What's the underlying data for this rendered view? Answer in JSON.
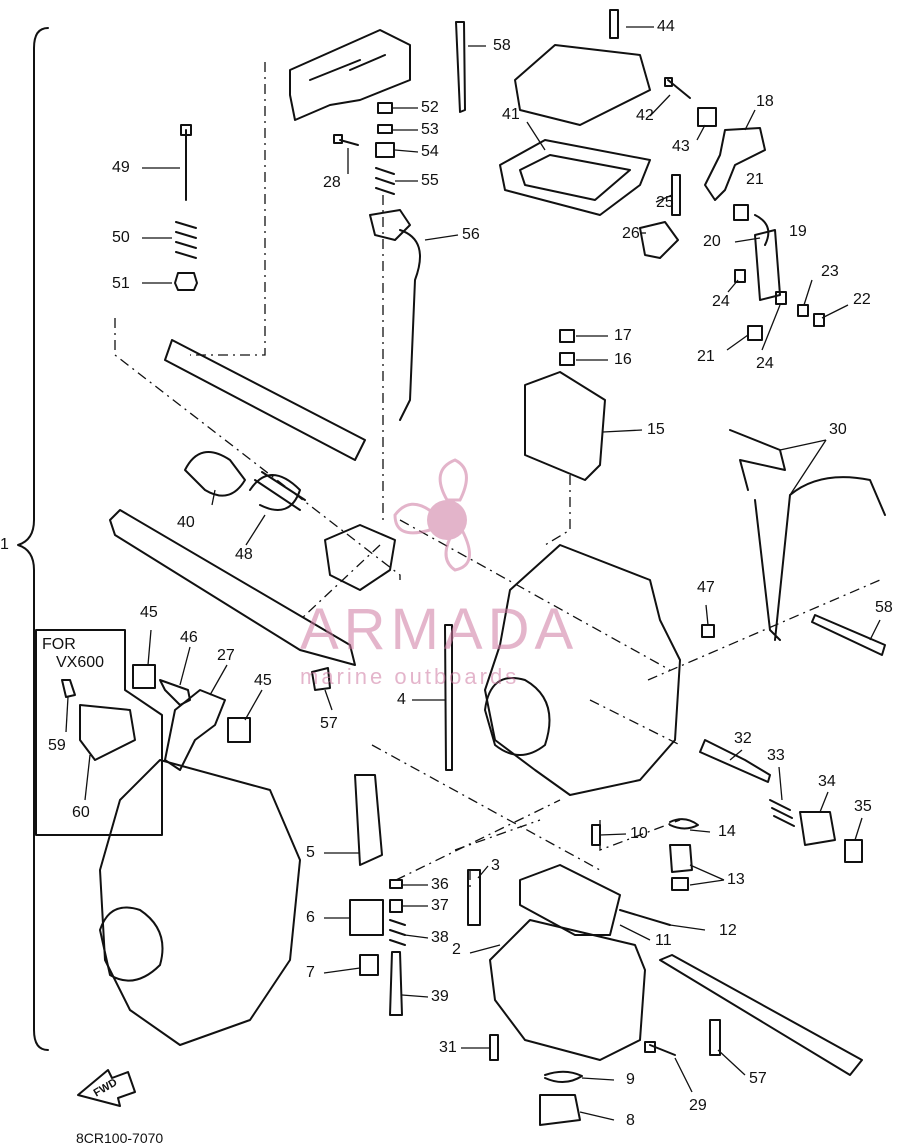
{
  "assembly_label": "1",
  "callouts": [
    {
      "id": "c2",
      "text": "2"
    },
    {
      "id": "c3",
      "text": "3"
    },
    {
      "id": "c4",
      "text": "4"
    },
    {
      "id": "c5",
      "text": "5"
    },
    {
      "id": "c6",
      "text": "6"
    },
    {
      "id": "c7",
      "text": "7"
    },
    {
      "id": "c8",
      "text": "8"
    },
    {
      "id": "c9",
      "text": "9"
    },
    {
      "id": "c10",
      "text": "10"
    },
    {
      "id": "c11",
      "text": "11"
    },
    {
      "id": "c12",
      "text": "12"
    },
    {
      "id": "c13",
      "text": "13"
    },
    {
      "id": "c14",
      "text": "14"
    },
    {
      "id": "c15",
      "text": "15"
    },
    {
      "id": "c16",
      "text": "16"
    },
    {
      "id": "c17",
      "text": "17"
    },
    {
      "id": "c18",
      "text": "18"
    },
    {
      "id": "c19",
      "text": "19"
    },
    {
      "id": "c20",
      "text": "20"
    },
    {
      "id": "c21a",
      "text": "21"
    },
    {
      "id": "c21b",
      "text": "21"
    },
    {
      "id": "c22",
      "text": "22"
    },
    {
      "id": "c23",
      "text": "23"
    },
    {
      "id": "c24a",
      "text": "24"
    },
    {
      "id": "c24b",
      "text": "24"
    },
    {
      "id": "c25",
      "text": "25"
    },
    {
      "id": "c26",
      "text": "26"
    },
    {
      "id": "c27",
      "text": "27"
    },
    {
      "id": "c28",
      "text": "28"
    },
    {
      "id": "c29",
      "text": "29"
    },
    {
      "id": "c30",
      "text": "30"
    },
    {
      "id": "c31",
      "text": "31"
    },
    {
      "id": "c32",
      "text": "32"
    },
    {
      "id": "c33",
      "text": "33"
    },
    {
      "id": "c34",
      "text": "34"
    },
    {
      "id": "c35",
      "text": "35"
    },
    {
      "id": "c36",
      "text": "36"
    },
    {
      "id": "c37",
      "text": "37"
    },
    {
      "id": "c38",
      "text": "38"
    },
    {
      "id": "c39",
      "text": "39"
    },
    {
      "id": "c40",
      "text": "40"
    },
    {
      "id": "c41",
      "text": "41"
    },
    {
      "id": "c42",
      "text": "42"
    },
    {
      "id": "c43",
      "text": "43"
    },
    {
      "id": "c44",
      "text": "44"
    },
    {
      "id": "c45a",
      "text": "45"
    },
    {
      "id": "c45b",
      "text": "45"
    },
    {
      "id": "c46",
      "text": "46"
    },
    {
      "id": "c47",
      "text": "47"
    },
    {
      "id": "c48",
      "text": "48"
    },
    {
      "id": "c49",
      "text": "49"
    },
    {
      "id": "c50",
      "text": "50"
    },
    {
      "id": "c51",
      "text": "51"
    },
    {
      "id": "c52",
      "text": "52"
    },
    {
      "id": "c53",
      "text": "53"
    },
    {
      "id": "c54",
      "text": "54"
    },
    {
      "id": "c55",
      "text": "55"
    },
    {
      "id": "c56",
      "text": "56"
    },
    {
      "id": "c57a",
      "text": "57"
    },
    {
      "id": "c57b",
      "text": "57"
    },
    {
      "id": "c58a",
      "text": "58"
    },
    {
      "id": "c58b",
      "text": "58"
    },
    {
      "id": "c59",
      "text": "59"
    },
    {
      "id": "c60",
      "text": "60"
    }
  ],
  "variant_note": {
    "line1": "FOR",
    "line2": "VX600"
  },
  "direction_arrow": "FWD",
  "diagram_code": "8CR100-7070",
  "watermark": {
    "title": "ARMADA",
    "subtitle": "marine outboards",
    "color": "#cd78a0"
  }
}
